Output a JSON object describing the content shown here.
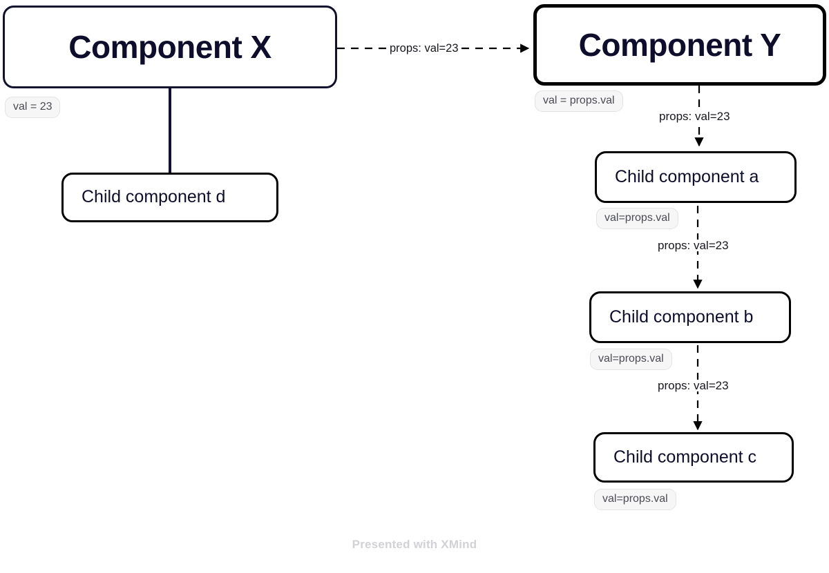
{
  "diagram": {
    "type": "component-props-flow",
    "background": "#ffffff",
    "accent_dark": "#11112e",
    "accent_black": "#000000",
    "pill_bg": "#f6f6f7",
    "pill_text": "#4a4a52"
  },
  "nodes": [
    {
      "id": "component-x",
      "label": "Component X",
      "state": "val = 23",
      "style": "root"
    },
    {
      "id": "component-y",
      "label": "Component Y",
      "state": "val = props.val",
      "style": "root-selected"
    },
    {
      "id": "child-d",
      "label": "Child component d",
      "state": null,
      "style": "child"
    },
    {
      "id": "child-a",
      "label": "Child component a",
      "state": "val=props.val",
      "style": "child"
    },
    {
      "id": "child-b",
      "label": "Child component b",
      "state": "val=props.val",
      "style": "child"
    },
    {
      "id": "child-c",
      "label": "Child component c",
      "state": "val=props.val",
      "style": "child"
    }
  ],
  "edges": [
    {
      "id": "x-to-y",
      "from": "component-x",
      "to": "component-y",
      "label": "props: val=23",
      "style": "dashed",
      "arrow": true,
      "orientation": "horizontal"
    },
    {
      "id": "x-to-d",
      "from": "component-x",
      "to": "child-d",
      "label": "",
      "style": "solid",
      "arrow": false,
      "orientation": "vertical"
    },
    {
      "id": "y-to-a",
      "from": "component-y",
      "to": "child-a",
      "label": "props: val=23",
      "style": "dashed",
      "arrow": true,
      "orientation": "vertical"
    },
    {
      "id": "a-to-b",
      "from": "child-a",
      "to": "child-b",
      "label": "props: val=23",
      "style": "dashed",
      "arrow": true,
      "orientation": "vertical"
    },
    {
      "id": "b-to-c",
      "from": "child-b",
      "to": "child-c",
      "label": "props: val=23",
      "style": "dashed",
      "arrow": true,
      "orientation": "vertical"
    }
  ],
  "footer": {
    "watermark": "Presented with XMind"
  }
}
